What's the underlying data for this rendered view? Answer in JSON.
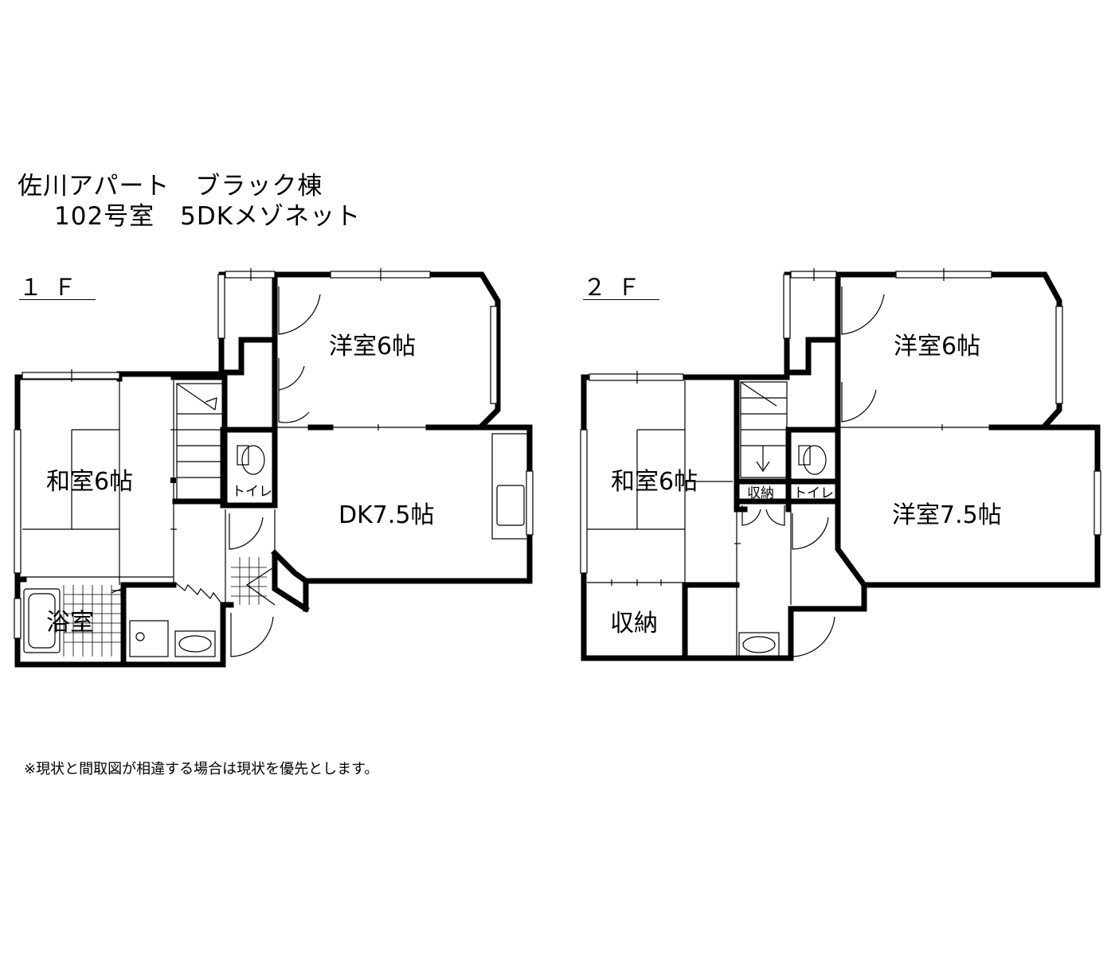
{
  "header": {
    "line1": "佐川アパート　ブラック棟",
    "line2": "102号室　5DKメゾネット"
  },
  "floors": {
    "first": {
      "label": "１Ｆ",
      "rooms": {
        "washitsu": "和室6帖",
        "yoshitsu": "洋室6帖",
        "dk": "DK7.5帖",
        "bath": "浴室",
        "toilet": "トイレ"
      }
    },
    "second": {
      "label": "２Ｆ",
      "rooms": {
        "washitsu": "和室6帖",
        "yoshitsu_a": "洋室6帖",
        "yoshitsu_b": "洋室7.5帖",
        "storage": "収納",
        "storage_small": "収納",
        "toilet": "トイレ"
      }
    }
  },
  "footer": {
    "note": "※現状と間取図が相違する場合は現状を優先とします。"
  }
}
